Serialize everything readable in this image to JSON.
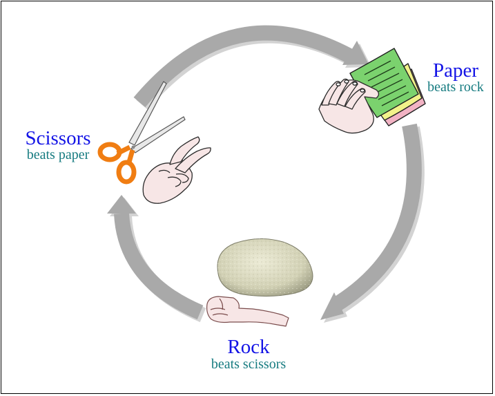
{
  "items": {
    "paper": {
      "name": "Paper",
      "beats": "beats rock"
    },
    "scissors": {
      "name": "Scissors",
      "beats": "beats paper"
    },
    "rock": {
      "name": "Rock",
      "beats": "beats scissors"
    }
  },
  "colors": {
    "title_text": "#1414e6",
    "subtitle_text": "#167b80",
    "arrow": "#a9a9a9",
    "arrow_shadow": "#d3d3d3",
    "scissors_handle": "#f07d12",
    "paper_top": "#7bd26e",
    "paper_middle": "#f2f28a",
    "paper_bottom": "#f2b3c4",
    "rock": "#cfcfb0",
    "hand": "#f6e2e2"
  },
  "icons": {
    "paper": "paper-stack-icon",
    "scissors": "scissors-icon",
    "rock": "rock-icon",
    "paper_hand": "open-hand-icon",
    "scissors_hand": "victory-hand-icon",
    "rock_hand": "fist-hand-icon"
  }
}
